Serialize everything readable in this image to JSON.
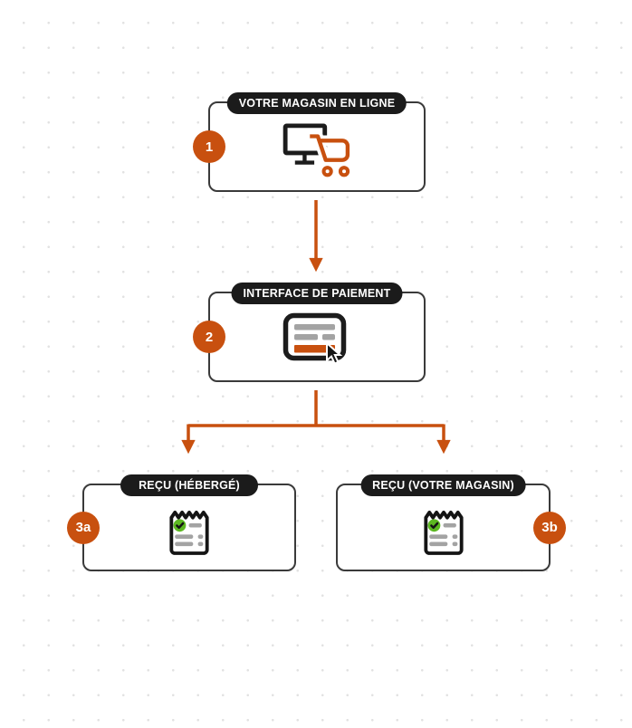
{
  "diagram": {
    "type": "flowchart",
    "language": "fr",
    "nodes": [
      {
        "id": "online-store",
        "step_badge": "1",
        "label": "VOTRE MAGASIN EN LIGNE",
        "icon": "monitor-cart-icon",
        "badge_side": "left"
      },
      {
        "id": "payment-interface",
        "step_badge": "2",
        "label": "INTERFACE DE PAIEMENT",
        "icon": "payment-form-cursor-icon",
        "badge_side": "left"
      },
      {
        "id": "receipt-hosted",
        "step_badge": "3a",
        "label": "REÇU (HÉBERGÉ)",
        "icon": "receipt-check-icon",
        "badge_side": "left"
      },
      {
        "id": "receipt-your-store",
        "step_badge": "3b",
        "label": "REÇU (VOTRE MAGASIN)",
        "icon": "receipt-check-icon",
        "badge_side": "right"
      }
    ],
    "edges": [
      {
        "from": "online-store",
        "to": "payment-interface"
      },
      {
        "from": "payment-interface",
        "to": "receipt-hosted"
      },
      {
        "from": "payment-interface",
        "to": "receipt-your-store"
      }
    ],
    "colors": {
      "accent_orange": "#C8500F",
      "pill_black": "#1B1B1B",
      "box_border": "#3A3A3A",
      "icon_dark": "#1C1C1C",
      "icon_gray": "#A3A3A3",
      "check_green": "#5CB821",
      "grid_dot": "#E2E2E2",
      "background": "#FFFFFF"
    }
  }
}
